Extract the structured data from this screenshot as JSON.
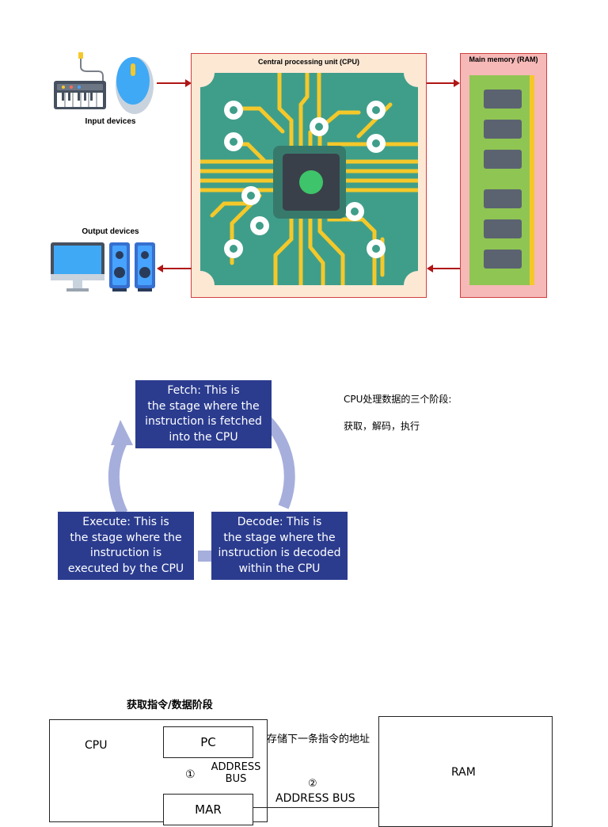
{
  "diagram1": {
    "input_label": "Input devices",
    "output_label": "Output devices",
    "cpu_label": "Central processing unit (CPU)",
    "ram_label": "Main memory (RAM)",
    "colors": {
      "arrow": "#b01515",
      "cpu_panel_bg": "#fde8d4",
      "ram_panel_bg": "#f6b9b8",
      "board": "#3f9e8a",
      "trace": "#f5c82a",
      "chip": "#3a4049",
      "chip_center": "#3ec46a",
      "ram_stick": "#8fc553",
      "ram_chip": "#5b6370"
    }
  },
  "cycle": {
    "fetch": "Fetch: This is\nthe stage where the\ninstruction is fetched\ninto the CPU",
    "decode": "Decode: This is\nthe stage where the\ninstruction is decoded\nwithin the CPU",
    "execute": "Execute: This is\nthe stage where the\ninstruction is\nexecuted by the CPU",
    "notes": {
      "line1": "CPU处理数据的三个阶段:",
      "line2": "获取，解码，执行"
    },
    "colors": {
      "box": "#2b3c8f",
      "ring": "#a6aedc"
    }
  },
  "fetch_diagram": {
    "heading": "获取指令/数据阶段",
    "cpu_label": "CPU",
    "pc_label": "PC",
    "pc_note": "存储下一条指令的地址",
    "step1": "①",
    "address_bus_1_line1": "ADDRESS",
    "address_bus_1_line2": "BUS",
    "step2": "②",
    "address_bus_2": "ADDRESS BUS",
    "ram_label": "RAM",
    "mar_label": "MAR"
  }
}
